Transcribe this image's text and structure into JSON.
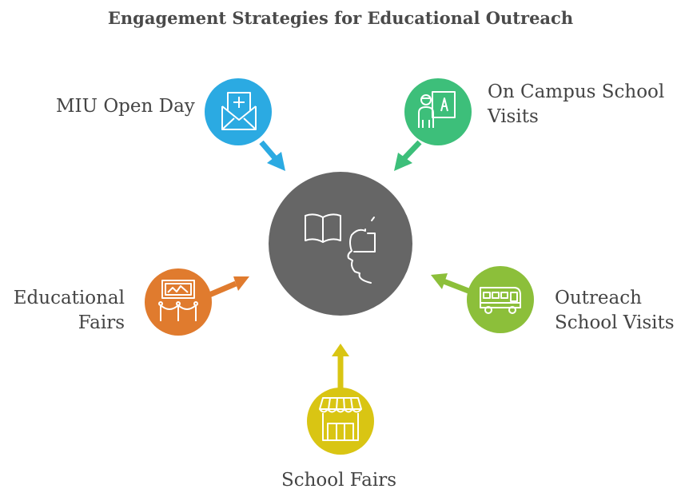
{
  "title": "Engagement Strategies for Educational Outreach",
  "center": {
    "color": "#666666",
    "icon": "book-and-head-icon"
  },
  "nodes": [
    {
      "id": "open-day",
      "lines": [
        "MIU Open Day"
      ],
      "color": "#2BAAE2",
      "icon": "envelope-plus-icon"
    },
    {
      "id": "campus-visits",
      "lines": [
        "On Campus School",
        "Visits"
      ],
      "color": "#3DBF7A",
      "icon": "teacher-board-icon"
    },
    {
      "id": "educational-fairs",
      "lines": [
        "Educational",
        "Fairs"
      ],
      "color": "#E07B2E",
      "icon": "exhibit-stand-icon"
    },
    {
      "id": "outreach-visits",
      "lines": [
        "Outreach",
        "School Visits"
      ],
      "color": "#8CBF3A",
      "icon": "bus-icon"
    },
    {
      "id": "school-fairs",
      "lines": [
        "School Fairs"
      ],
      "color": "#D9C513",
      "icon": "storefront-icon"
    }
  ]
}
